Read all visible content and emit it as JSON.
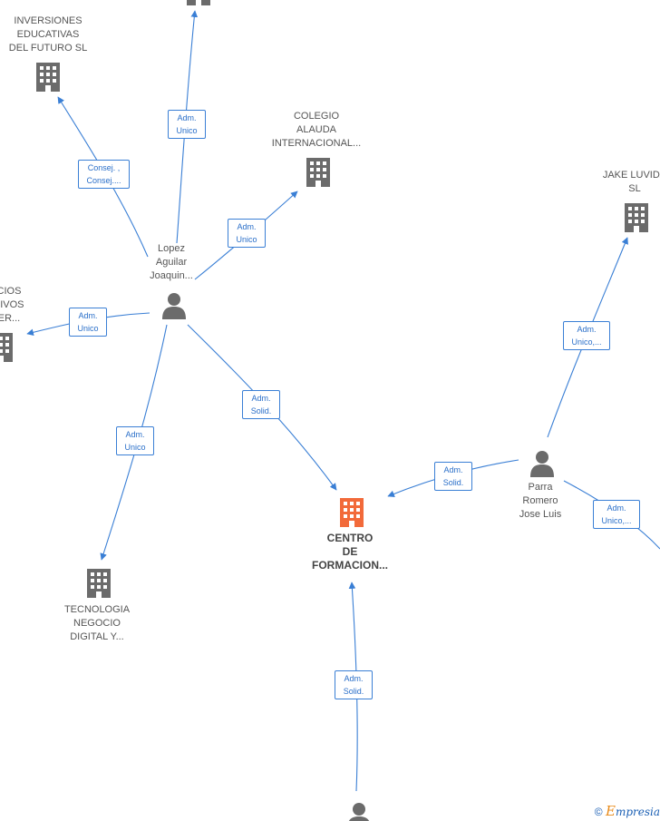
{
  "colors": {
    "edge": "#3a7fd5",
    "building": "#6b6b6b",
    "center_building": "#f26a3a",
    "person": "#6b6b6b"
  },
  "nodes": {
    "inversiones": "INVERSIONES\nEDUCATIVAS\nDEL FUTURO SL",
    "colegio": "COLEGIO\nALAUDA\nINTERNACIONAL...",
    "jake": "JAKE LUVIDA\nSL",
    "servicios": "CIOS\nTIVOS\nER...",
    "lopez": "Lopez\nAguilar\nJoaquin...",
    "tecnologia": "TECNOLOGIA\nNEGOCIO\nDIGITAL Y...",
    "centro": "CENTRO\nDE\nFORMACION...",
    "parra": "Parra\nRomero\nJose Luis"
  },
  "edges": {
    "top": "Adm.\nUnico",
    "inversiones": "Consej. ,\nConsej....",
    "colegio": "Adm.\nUnico",
    "servicios": "Adm.\nUnico",
    "tecnologia": "Adm.\nUnico",
    "lopez_centro": "Adm.\nSolid.",
    "jake": "Adm.\nUnico,...",
    "parra_centro": "Adm.\nSolid.",
    "parra_right": "Adm.\nUnico,...",
    "bottom": "Adm.\nSolid."
  },
  "footer": {
    "copyright": "©",
    "brand_e": "E",
    "brand_rest": "mpresia"
  }
}
